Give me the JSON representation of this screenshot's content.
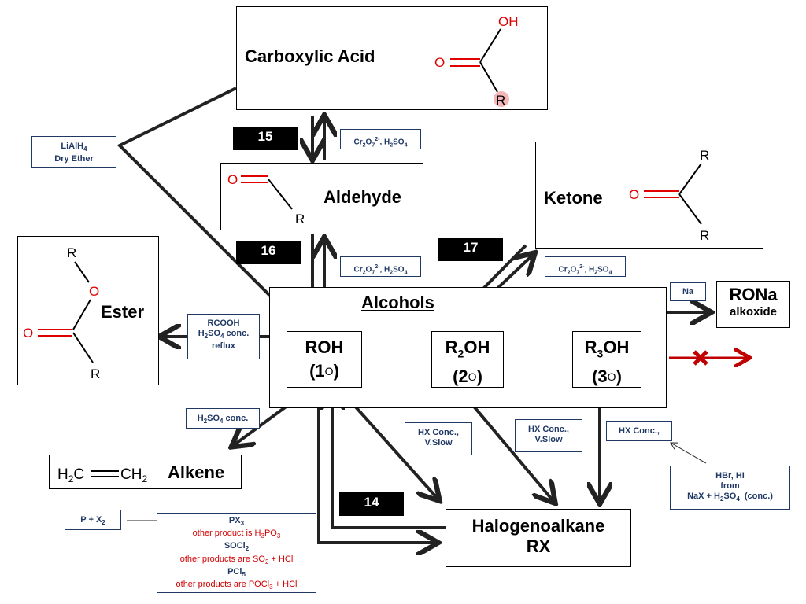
{
  "boxes": {
    "carboxylic_acid": {
      "title": "Carboxylic Acid"
    },
    "aldehyde": {
      "title": "Aldehyde"
    },
    "ketone": {
      "title": "Ketone"
    },
    "ester": {
      "title": "Ester"
    },
    "alcohols": {
      "title": "Alcohols"
    },
    "rona": {
      "title": "RONa",
      "subtitle": "alkoxide"
    },
    "alkene": {
      "title": "Alkene",
      "formula_left": "H2C",
      "formula_right": "CH2"
    },
    "halogenoalkane": {
      "title": "Halogenoalkane",
      "subtitle": "RX"
    }
  },
  "alcohol_types": {
    "primary": {
      "formula": "ROH",
      "degree": "(1O)"
    },
    "secondary": {
      "formula": "R2OH",
      "degree": "(2O)"
    },
    "tertiary": {
      "formula": "R3OH",
      "degree": "(3O)"
    }
  },
  "numbers": {
    "n15": "15",
    "n16": "16",
    "n17": "17",
    "n14": "14"
  },
  "reagents": {
    "lialh4": [
      "LiAlH4",
      "Dry Ether"
    ],
    "cr_aldehyde_acid": "Cr2O72-, H2SO4",
    "cr_alcohol_aldehyde": "Cr2O72-, H2SO4",
    "cr_ketone": "Cr2O72-, H2SO4",
    "rcooh": [
      "RCOOH",
      "H2SO4 conc.",
      "reflux"
    ],
    "na": "Na",
    "h2so4_conc": "H2SO4 conc.",
    "hx_slow_1": [
      "HX Conc.,",
      "V.Slow"
    ],
    "hx_slow_2": [
      "HX Conc.,",
      "V.Slow"
    ],
    "hx_conc": "HX Conc.,",
    "hbr_hi": [
      "HBr, HI",
      "from",
      "NaX + H2SO4  (conc.)"
    ],
    "p_x2": "P + X2",
    "halogenating": {
      "px3": "PX3",
      "px3_note": "other product is H3PO3",
      "socl2": "SOCl2",
      "socl2_note": "other products are SO2 + HCl",
      "pcl5": "PCl5",
      "pcl5_note": "other products are POCl3 + HCl"
    }
  },
  "colors": {
    "arrow": "#222222",
    "tag_text": "#1f3864",
    "oxygen": "#e00000",
    "no_reaction": "#c00000"
  }
}
